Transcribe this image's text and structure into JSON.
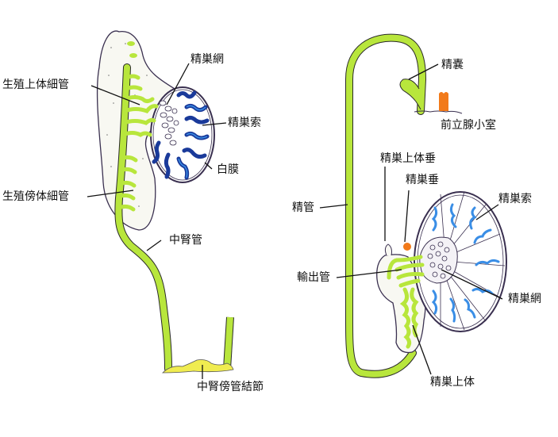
{
  "colors": {
    "duct": "#b8e63c",
    "duct_outline": "#2a2a2a",
    "tissue": "#f8f8f2",
    "cord_dark": "#1a3a9a",
    "cord_light": "#3a8ee6",
    "prostate": "#f27a1a",
    "node": "#f0ec50"
  },
  "left_figure": {
    "labels": {
      "rete_testis": "精巣網",
      "epigenital_tubules": "生殖上体細管",
      "testis_cords": "精巣索",
      "tunica_albuginea": "白膜",
      "paragenital_tubules": "生殖傍体細管",
      "mesonephric_duct": "中腎管",
      "paramesonephric_junction": "中腎傍管結節"
    }
  },
  "right_figure": {
    "labels": {
      "seminal_vesicle": "精嚢",
      "prostatic_utricle": "前立腺小室",
      "appendix_epididymis": "精巣上体垂",
      "appendix_testis": "精巣垂",
      "testis_cords": "精巣索",
      "ductus_deferens": "精管",
      "efferent_ducts": "輸出管",
      "rete_testis": "精巣網",
      "epididymis": "精巣上体"
    }
  }
}
